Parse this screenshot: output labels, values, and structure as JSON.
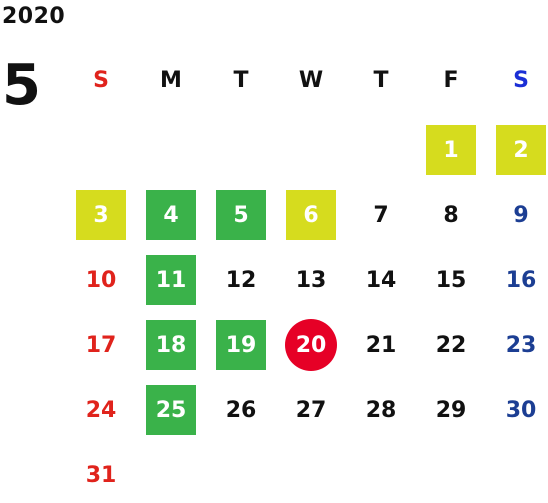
{
  "calendar": {
    "year": "2020",
    "month": "5",
    "weekdays": [
      "S",
      "M",
      "T",
      "W",
      "T",
      "F",
      "S"
    ],
    "colors": {
      "sunday": "#e0231c",
      "saturday": "#1c3e93",
      "saturday_header": "#1b2fd6",
      "highlight_yellow": "#d6dc1e",
      "highlight_green": "#3ab24a",
      "today_red": "#e60026"
    },
    "weeks": [
      [
        "",
        "",
        "",
        "",
        "",
        "1",
        "2"
      ],
      [
        "3",
        "4",
        "5",
        "6",
        "7",
        "8",
        "9"
      ],
      [
        "10",
        "11",
        "12",
        "13",
        "14",
        "15",
        "16"
      ],
      [
        "17",
        "18",
        "19",
        "20",
        "21",
        "22",
        "23"
      ],
      [
        "24",
        "25",
        "26",
        "27",
        "28",
        "29",
        "30"
      ],
      [
        "31",
        "",
        "",
        "",
        "",
        "",
        ""
      ]
    ],
    "highlights": {
      "yellow": [
        "1",
        "2",
        "3",
        "6"
      ],
      "green": [
        "4",
        "5",
        "11",
        "18",
        "19",
        "25"
      ],
      "red_circle": [
        "20"
      ]
    }
  }
}
